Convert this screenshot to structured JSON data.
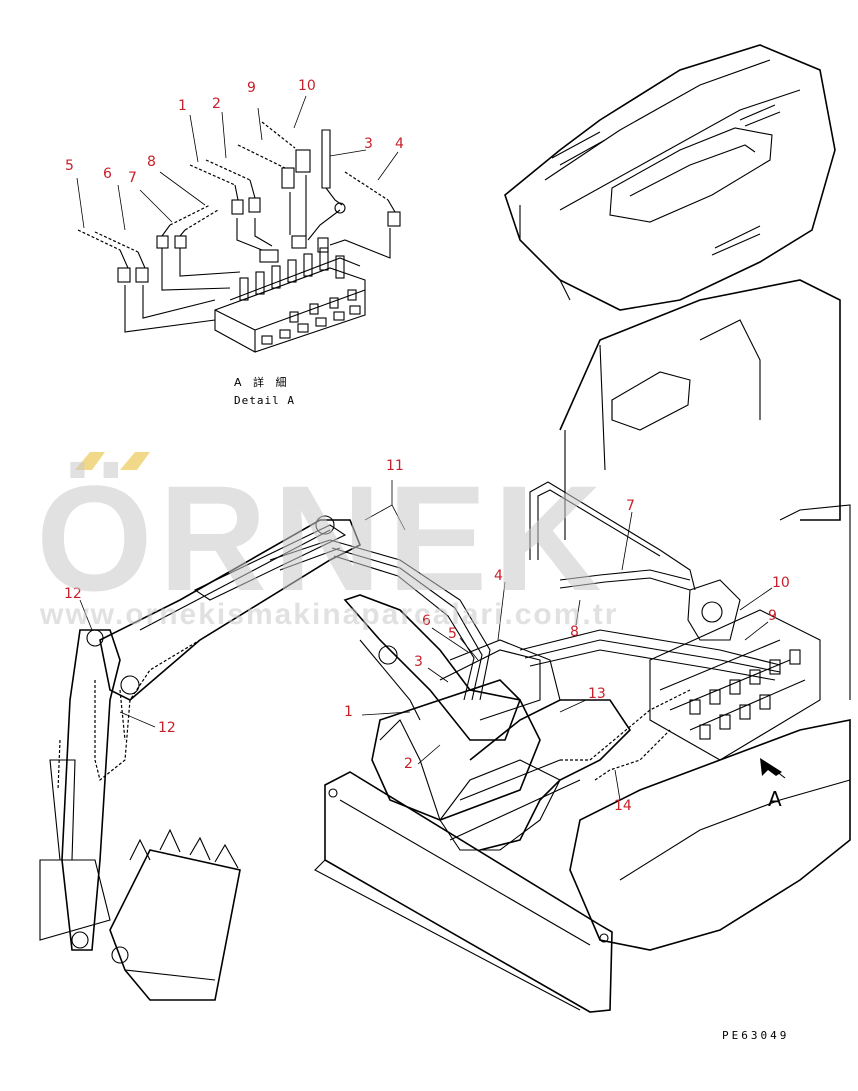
{
  "watermark": {
    "brand": "ÖRNEK",
    "url": "www.ornekismakinaparcalari.com.tr",
    "accent_color": "#f2d98a"
  },
  "detail_view": {
    "label_jp": "A 詳 細",
    "label_en": "Detail A"
  },
  "view_marker": "A",
  "drawing_code": "PE63049",
  "part_labels": {
    "d1": "1",
    "d2": "2",
    "d3": "3",
    "d4": "4",
    "d5": "5",
    "d6": "6",
    "d7": "7",
    "d8": "8",
    "d9": "9",
    "d10": "10",
    "m1": "1",
    "m2": "2",
    "m3": "3",
    "m4": "4",
    "m5": "5",
    "m6": "6",
    "m7": "7",
    "m8": "8",
    "m9": "9",
    "m10": "10",
    "m11": "11",
    "m12a": "12",
    "m12b": "12",
    "m13": "13",
    "m14": "14"
  },
  "colors": {
    "label": "#c8202a",
    "line": "#000000",
    "watermark": "#c9c9c9"
  }
}
